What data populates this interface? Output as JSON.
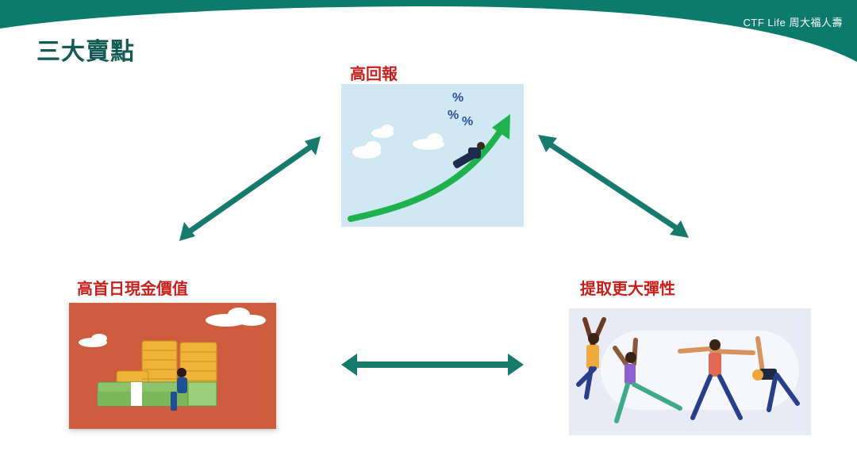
{
  "brand": {
    "name": "CTF Life 周大福人壽"
  },
  "slide": {
    "title": "三大賣點",
    "items": [
      {
        "label": "高回報",
        "image": "growth-arrow-illustration"
      },
      {
        "label": "高首日現金價值",
        "image": "money-stack-illustration"
      },
      {
        "label": "提取更大彈性",
        "image": "yoga-stretch-illustration"
      }
    ]
  },
  "colors": {
    "banner": "#0d7a6e",
    "arrow": "#167a6c",
    "title": "#135a54",
    "label": "#c8201c"
  },
  "icons": [
    "double-arrow-icon",
    "percent-icon",
    "cloud-icon"
  ]
}
